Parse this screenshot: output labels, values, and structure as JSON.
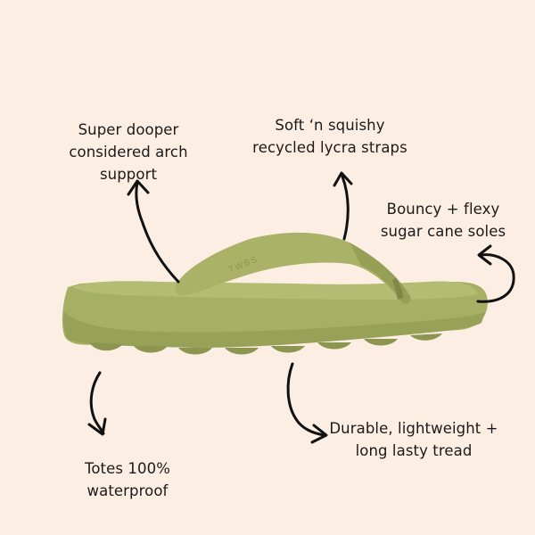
{
  "image": {
    "background_color": "#fdeee4",
    "product_color": "#a5af62",
    "annotations": {
      "arch_support": "Super dooper\nconsidered arch\nsupport",
      "straps": "Soft ‘n squishy\nrecycled lycra straps",
      "soles": "Bouncy + flexy\nsugar cane soles",
      "tread": "Durable, lightweight +\nlong lasty  tread",
      "waterproof": "Totes 100%\nwaterproof"
    },
    "strap_logo": "TWBS"
  }
}
